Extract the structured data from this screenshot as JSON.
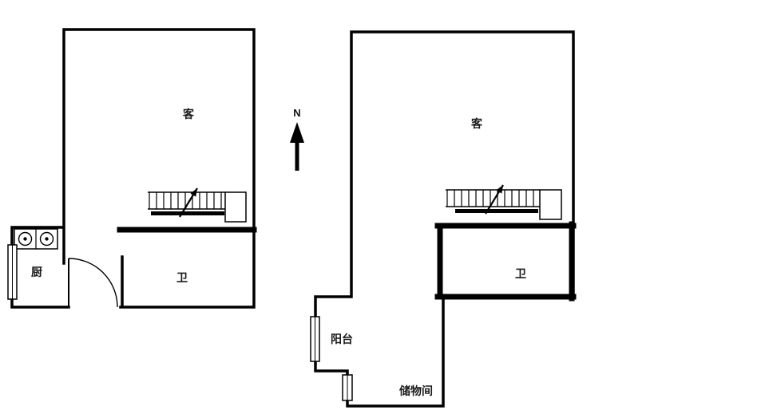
{
  "compass": {
    "north_label": "N"
  },
  "left_plan": {
    "living_label": "客",
    "kitchen_label": "厨",
    "bathroom_label": "卫"
  },
  "right_plan": {
    "living_label": "客",
    "bathroom_label": "卫",
    "balcony_label": "阳台",
    "storage_label": "储物间"
  },
  "colors": {
    "wall": "#000000",
    "background": "#ffffff",
    "label": "#1a1a1a"
  }
}
